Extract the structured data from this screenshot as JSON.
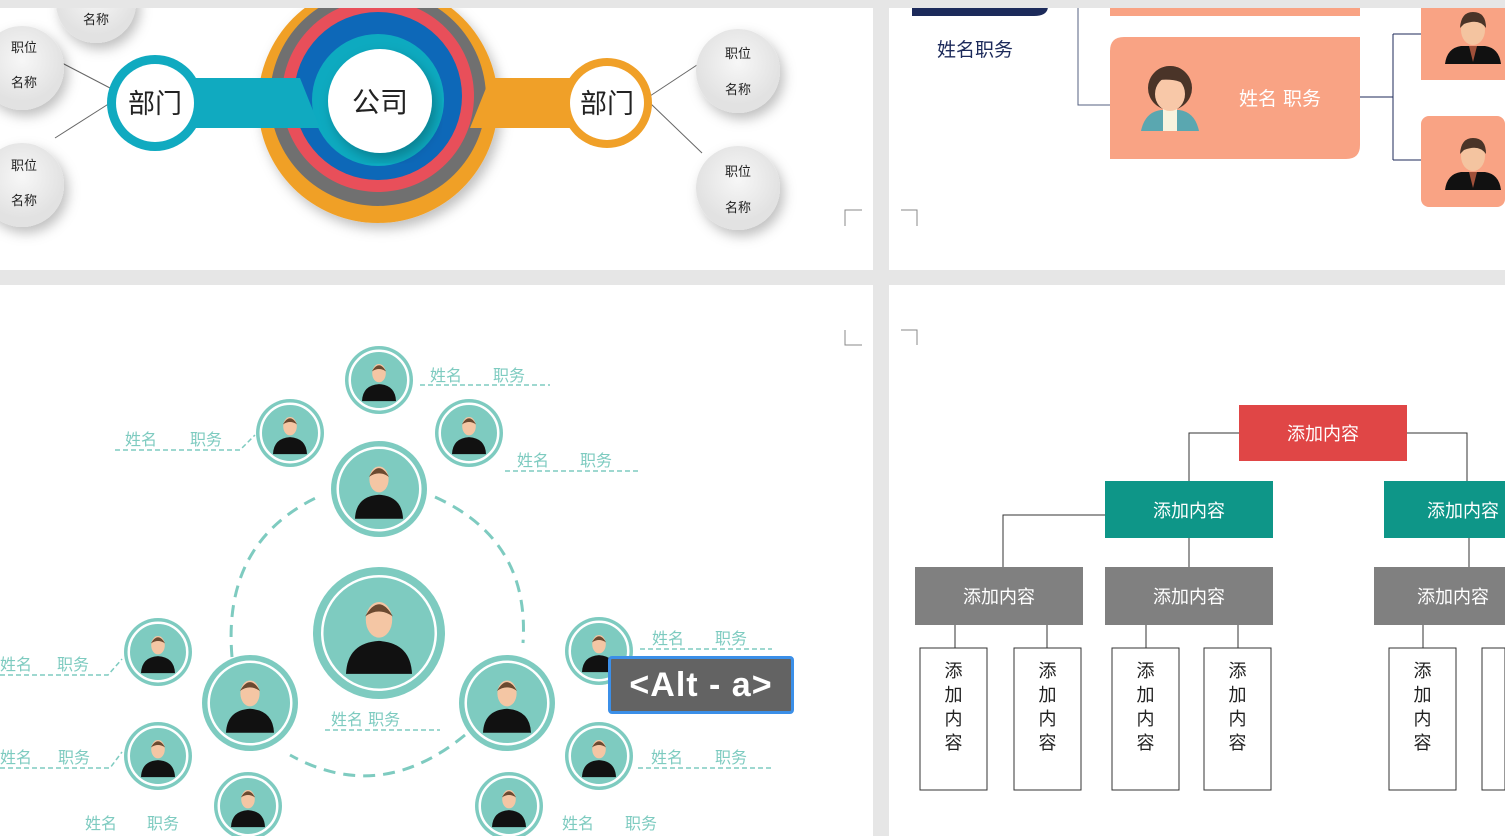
{
  "colors": {
    "teal": "#7ecbc0",
    "salmon": "#f9a384",
    "navy": "#1c2a5a",
    "red": "#e04646",
    "dark_teal": "#0e9688",
    "gray": "#808080",
    "blue_focus": "#3b8fe8"
  },
  "slide1": {
    "center": "公司",
    "dept_left": "部门",
    "dept_right": "部门",
    "nodes": [
      {
        "line1": "",
        "line2": "名称"
      },
      {
        "line1": "职位",
        "line2": "名称"
      },
      {
        "line1": "职位",
        "line2": "名称"
      },
      {
        "line1": "职位",
        "line2": "名称"
      },
      {
        "line1": "职位",
        "line2": "名称"
      }
    ]
  },
  "slide2": {
    "title_label": "姓名职务",
    "card_label": "姓名  职务"
  },
  "slide3": {
    "center_label": "姓名  职务",
    "labels": [
      {
        "name": "姓名",
        "role": "职务"
      },
      {
        "name": "姓名",
        "role": "职务"
      },
      {
        "name": "姓名",
        "role": "职务"
      },
      {
        "name": "姓名",
        "role": "职务"
      },
      {
        "name": "姓名",
        "role": "职务"
      },
      {
        "name": "姓名",
        "role": "职务"
      },
      {
        "name": "姓名",
        "role": "职务"
      },
      {
        "name": "姓名",
        "role": "职务"
      },
      {
        "name": "姓名",
        "role": "职务"
      }
    ]
  },
  "slide4": {
    "root": "添加内容",
    "level2": [
      "添加内容",
      "添加内容"
    ],
    "level3": [
      "添加内容",
      "添加内容",
      "添加内容"
    ],
    "level4": [
      "添加内容",
      "添加内容",
      "添加内容",
      "添加内容",
      "添加内容"
    ]
  },
  "shortcut_tip": "<Alt - a>"
}
